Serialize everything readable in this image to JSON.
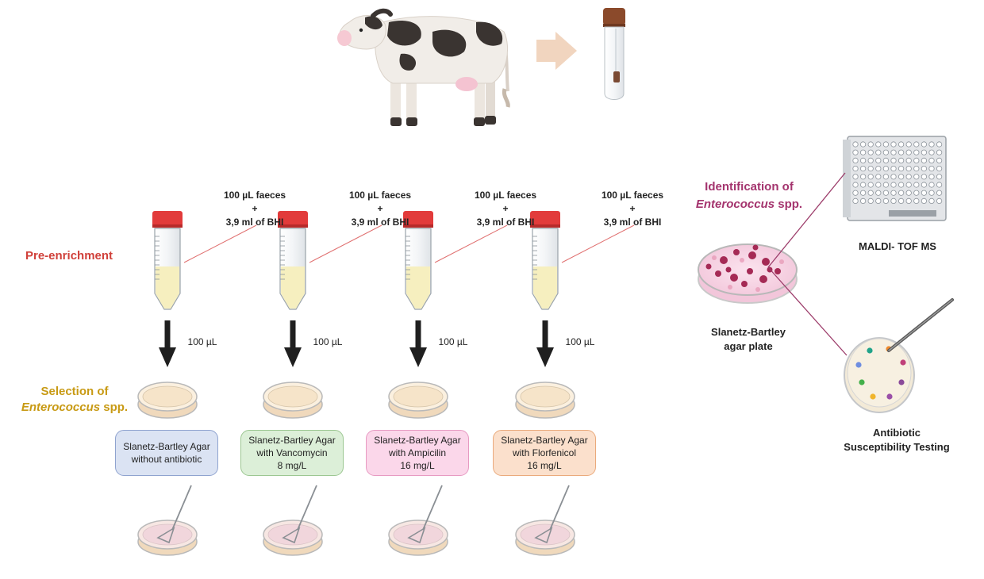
{
  "stages": {
    "preenrichment": "Pre-enrichment",
    "selection_line1": "Selection of",
    "selection_genus": "Enterococcus",
    "selection_suffix": " spp.",
    "identification_line1": "Identification of",
    "identification_genus": "Enterococcus",
    "identification_suffix": " spp."
  },
  "tube_note": {
    "line1": "100 µL faeces",
    "line2": "+",
    "line3": "3,9 ml of BHI"
  },
  "transfer_volume": "100 µL",
  "agar_boxes": [
    {
      "line1": "Slanetz-Bartley Agar",
      "line2": "without antibiotic",
      "line3": "",
      "bg": "#dbe3f3",
      "border": "#8fa3cf"
    },
    {
      "line1": "Slanetz-Bartley Agar",
      "line2": "with Vancomycin",
      "line3": "8 mg/L",
      "bg": "#dcefd8",
      "border": "#9cc792"
    },
    {
      "line1": "Slanetz-Bartley Agar",
      "line2": "with Ampicilin",
      "line3": "16 mg/L",
      "bg": "#fbd7ea",
      "border": "#e79ac2"
    },
    {
      "line1": "Slanetz-Bartley Agar",
      "line2": "with Florfenicol",
      "line3": "16 mg/L",
      "bg": "#fbe0cc",
      "border": "#eaaa7c"
    }
  ],
  "right_panel": {
    "plate_caption_line1": "Slanetz-Bartley",
    "plate_caption_line2": "agar plate",
    "maldi_caption": "MALDI- TOF MS",
    "ast_caption_line1": "Antibiotic",
    "ast_caption_line2": "Susceptibility Testing"
  },
  "colors": {
    "preenrichment": "#d0403a",
    "selection": "#c89a14",
    "identification": "#a4346e",
    "tube_cap": "#e23b3b",
    "tube_liquid": "#f6efbf",
    "arrow": "#1f1f1f",
    "connector": "#e07070",
    "right_connector": "#9c3c6a"
  },
  "icons": [
    "cow-icon",
    "arrow-right-icon",
    "sample-tube-icon",
    "falcon-tube-icon",
    "down-arrow-icon",
    "petri-dish-icon",
    "streak-plate-icon",
    "96-well-plate-icon",
    "ast-plate-icon"
  ]
}
